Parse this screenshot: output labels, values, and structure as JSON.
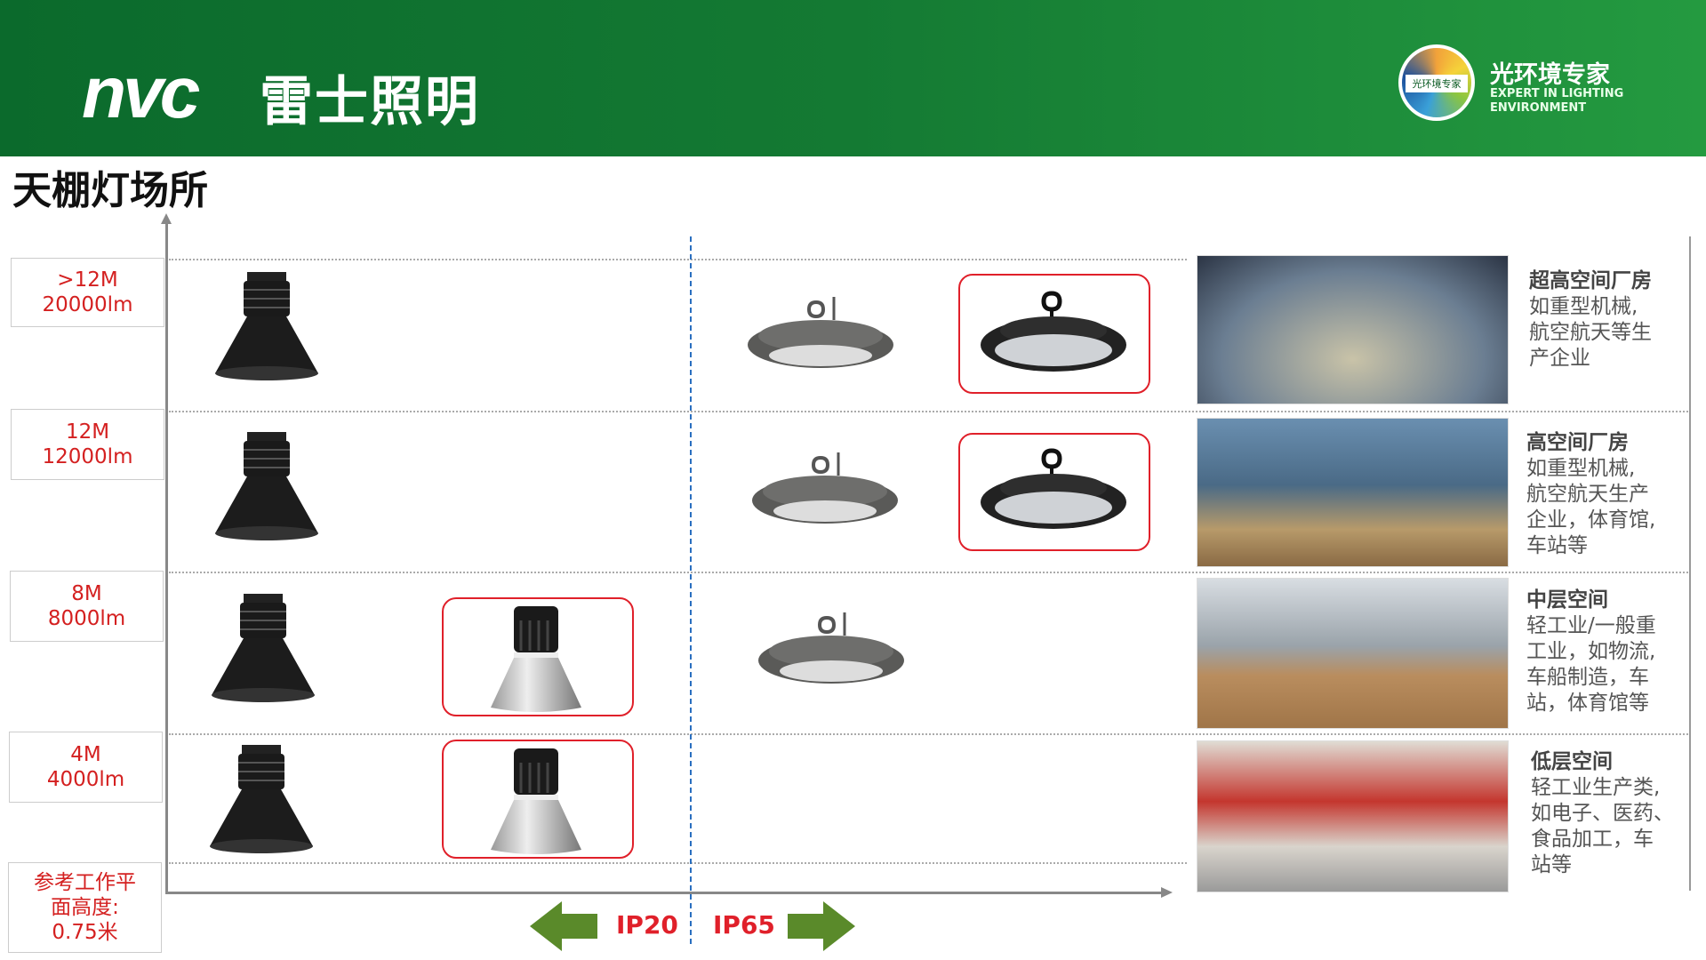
{
  "header": {
    "logo_text": "nvc",
    "brand_cn": "雷士照明",
    "badge_text": "光环境专家",
    "expert_cn": "光环境专家",
    "expert_en": "EXPERT IN LIGHTING ENVIRONMENT"
  },
  "title": "天棚灯场所",
  "levels": [
    {
      "height": ">12M",
      "lumen": "20000lm"
    },
    {
      "height": "12M",
      "lumen": "12000lm"
    },
    {
      "height": "8M",
      "lumen": "8000lm"
    },
    {
      "height": "4M",
      "lumen": "4000lm"
    }
  ],
  "reference": {
    "line1": "参考工作平",
    "line2": "面高度:",
    "line3": "0.75米"
  },
  "scenes": [
    {
      "title": "超高空间厂房",
      "lines": [
        "如重型机械,",
        "航空航天等生",
        "产企业"
      ]
    },
    {
      "title": "高空间厂房",
      "lines": [
        "如重型机械,",
        "航空航天生产",
        "企业，体育馆,",
        "车站等"
      ]
    },
    {
      "title": "中层空间",
      "lines": [
        "轻工业/一般重",
        "工业，如物流,",
        "车船制造，车",
        "站，体育馆等"
      ]
    },
    {
      "title": "低层空间",
      "lines": [
        "轻工业生产类,",
        "如电子、医药、",
        "食品加工，车",
        "站等"
      ]
    }
  ],
  "ip": {
    "left": "IP20",
    "right": "IP65"
  },
  "colors": {
    "header_green": "#147a33",
    "red": "#e0202a",
    "arrow_green": "#5a8a2a",
    "divider_blue": "#2a6fc0"
  }
}
